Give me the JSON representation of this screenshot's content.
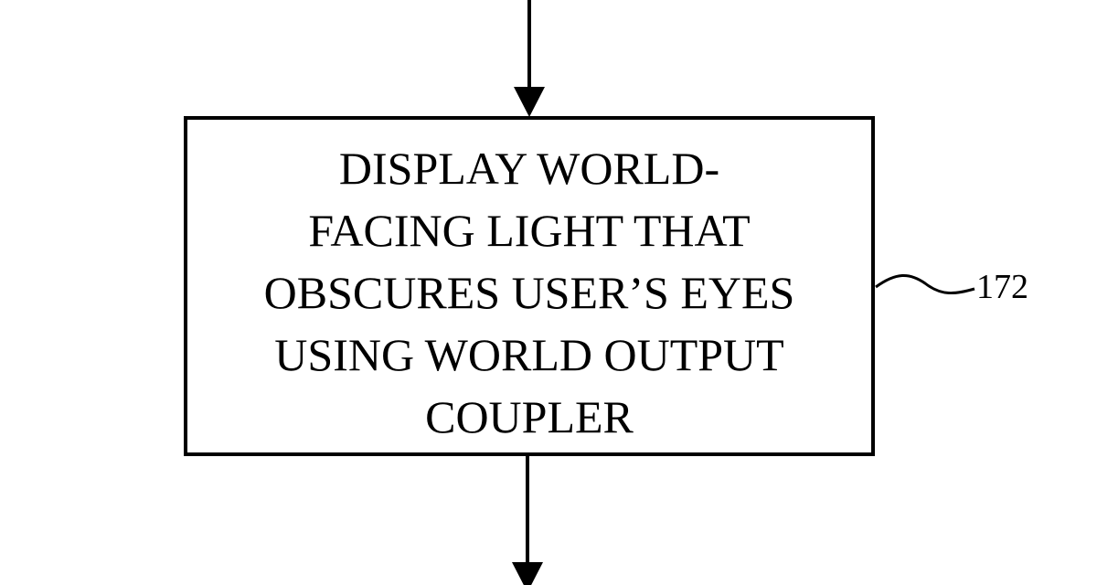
{
  "step": {
    "lines": [
      "DISPLAY WORLD-",
      "FACING LIGHT THAT",
      "OBSCURES USER’S EYES",
      "USING WORLD OUTPUT",
      "COUPLER"
    ],
    "reference": "172"
  }
}
